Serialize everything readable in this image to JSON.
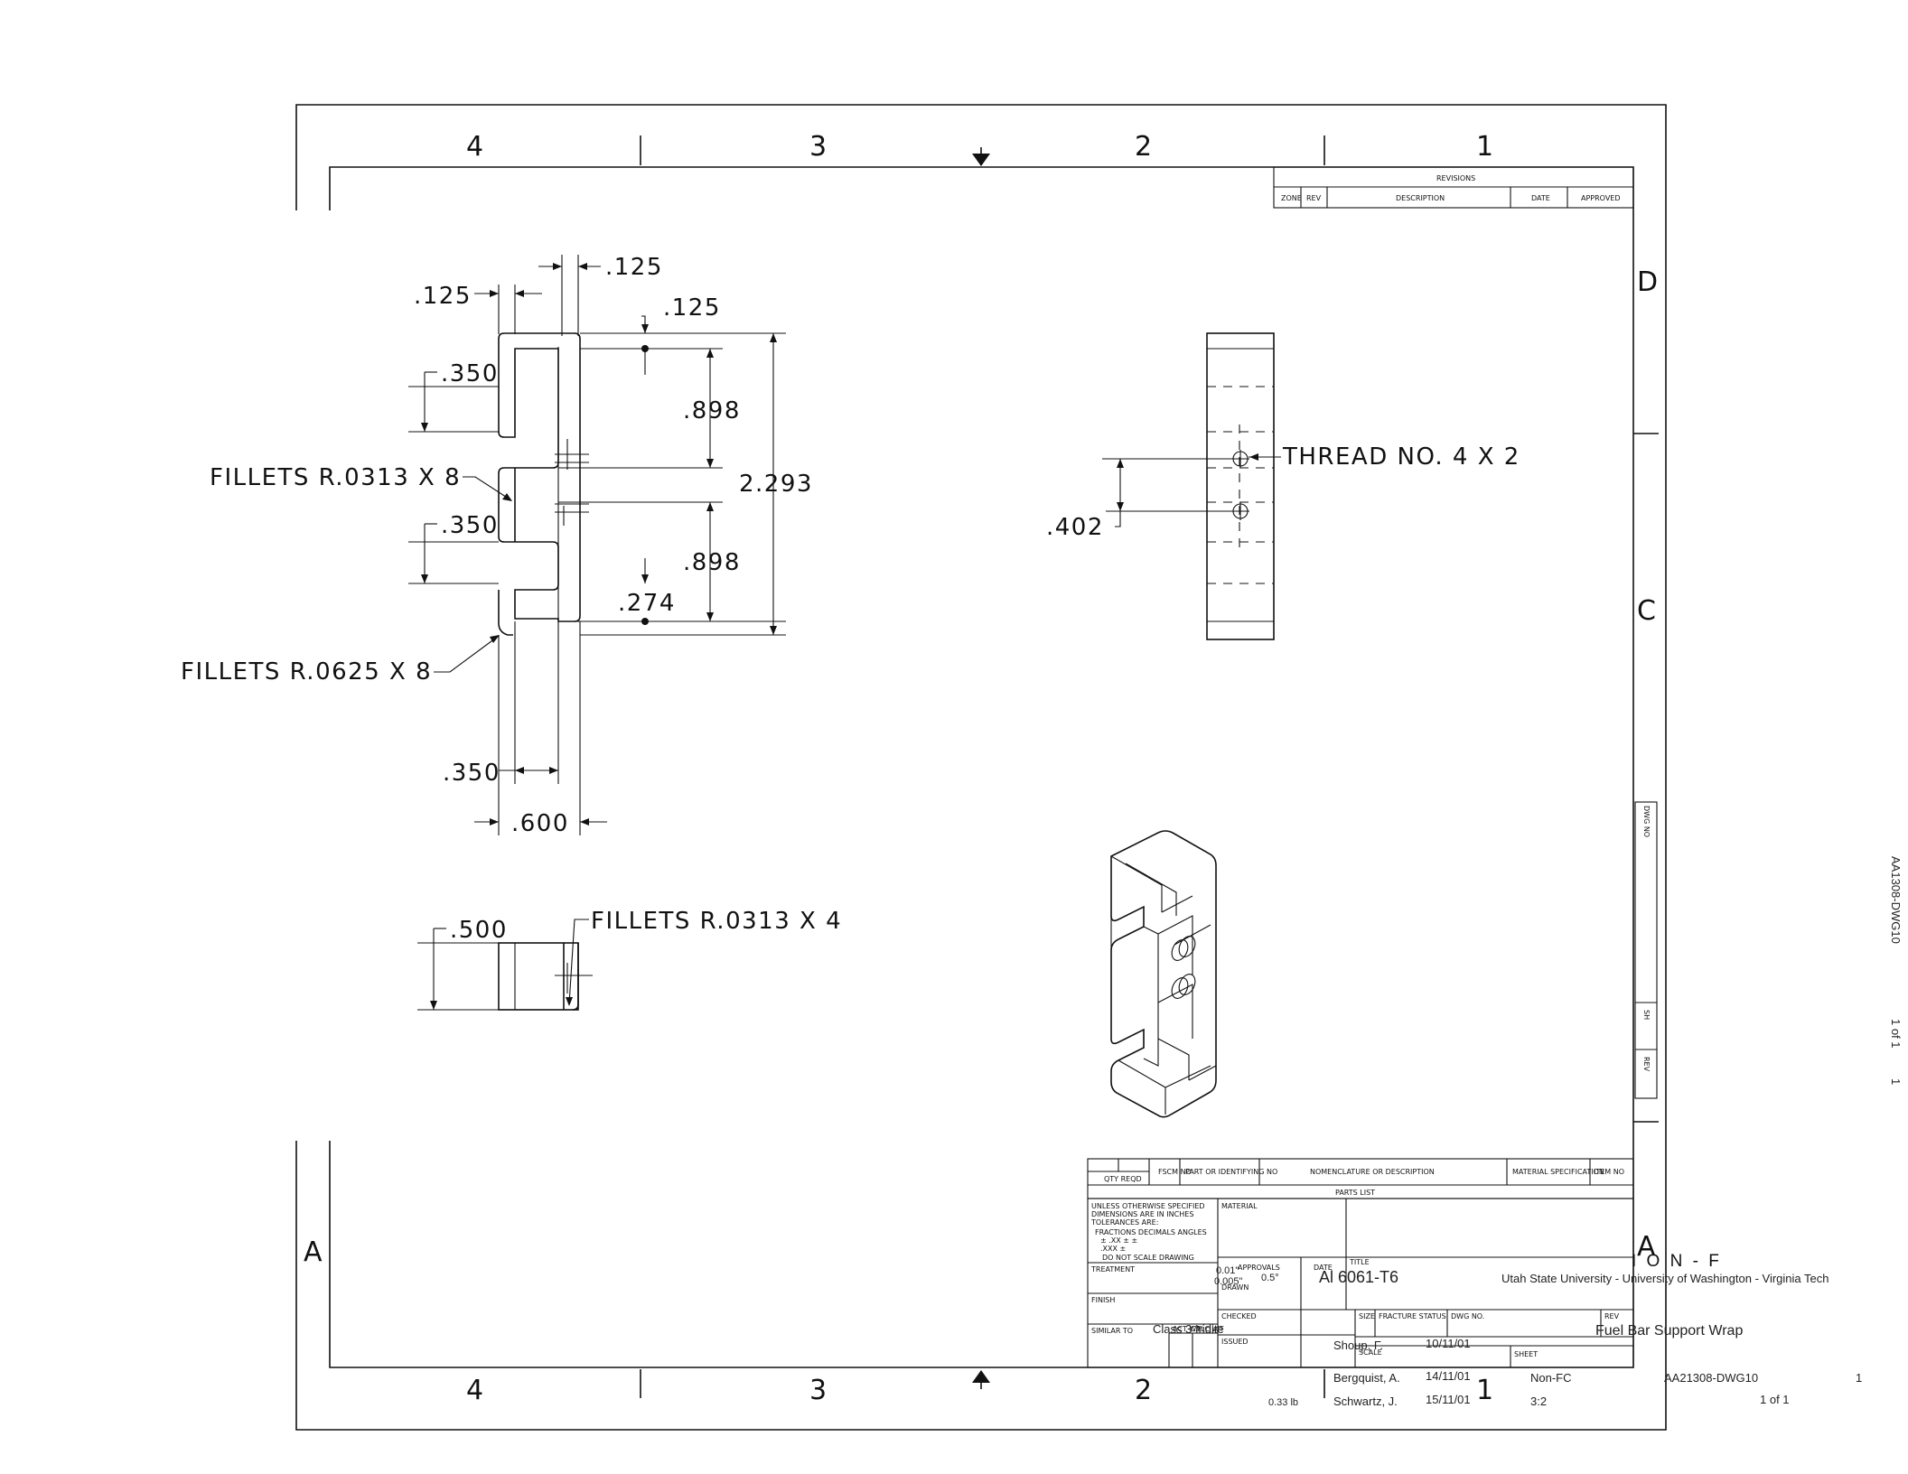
{
  "zones": {
    "columns": [
      "4",
      "3",
      "2",
      "1"
    ],
    "rows_right": [
      "D",
      "C",
      "A"
    ],
    "rows_left": [
      "A"
    ]
  },
  "dimensions": {
    "d125_top": ".125",
    "d125_left": ".125",
    "d125_right": ".125",
    "d350_a": ".350",
    "d898_a": ".898",
    "fillets_0313_x8": "FILLETS R.0313 X 8",
    "d2293": "2.293",
    "d350_b": ".350",
    "d898_b": ".898",
    "d274": ".274",
    "fillets_0625_x8": "FILLETS R.0625 X 8",
    "d350_c": ".350",
    "d600": ".600",
    "d500": ".500",
    "fillets_0313_x4": "FILLETS R.0313 X 4",
    "thread": "THREAD NO. 4 X 2",
    "d402": ".402"
  },
  "revisions": {
    "title": "REVISIONS",
    "headers": [
      "ZONE",
      "REV",
      "DESCRIPTION",
      "DATE",
      "APPROVED"
    ]
  },
  "side_frame": {
    "dwg_no": "DWG NO",
    "sh": "SH",
    "rev": "REV"
  },
  "side_text": {
    "dwg": "AA1308-DWG10",
    "sheet": "1 of 1",
    "rev": "1"
  },
  "parts_list": {
    "headers": [
      "QTY REQD",
      "FSCM NO",
      "PART OR IDENTIFYING NO",
      "NOMENCLATURE OR DESCRIPTION",
      "MATERIAL SPECIFICATION",
      "ITEM NO"
    ],
    "title": "PARTS LIST"
  },
  "title_block": {
    "notes": [
      "UNLESS OTHERWISE SPECIFIED",
      "DIMENSIONS ARE IN INCHES",
      "TOLERANCES ARE:",
      "FRACTIONS  DECIMALS  ANGLES",
      "±          .XX ±          ±",
      "           .XXX ±",
      "DO NOT SCALE DRAWING"
    ],
    "treatment": "TREATMENT",
    "finish": "FINISH",
    "similar_to": "SIMILAR TO",
    "act_wt": "ACT WT",
    "calc_wt": "CALC WT",
    "material": "MATERIAL",
    "approvals": "APPROVALS",
    "date": "DATE",
    "title_lbl": "TITLE",
    "drawn": "DRAWN",
    "checked": "CHECKED",
    "issued": "ISSUED",
    "size": "SIZE",
    "fracture_status": "FRACTURE STATUS",
    "dwg_no": "DWG NO.",
    "rev": "REV",
    "scale": "SCALE",
    "sheet": "SHEET"
  },
  "filled": {
    "tol_decimal": "0.01\"",
    "tol_angle": "0.5°",
    "tol_decimal3": "0.005\"",
    "material": "Al 6061-T6",
    "org_name": "I O N - F",
    "universities": "Utah State University - University of Washington - Virginia Tech",
    "part_title": "Fuel Bar Support Wrap",
    "finish_value": "Class 3 Iridite",
    "drawn_by": "Shoup, F.",
    "drawn_date": "10/11/01",
    "checked_by": "Bergquist, A.",
    "checked_date": "14/11/01",
    "issued_by": "Schwartz, J.",
    "issued_date": "15/11/01",
    "fracture_value": "Non-FC",
    "dwg_value": "AA21308-DWG10",
    "rev_value": "1",
    "weight": "0.33 lb",
    "scale_value": "3:2",
    "sheet_value": "1 of 1"
  }
}
